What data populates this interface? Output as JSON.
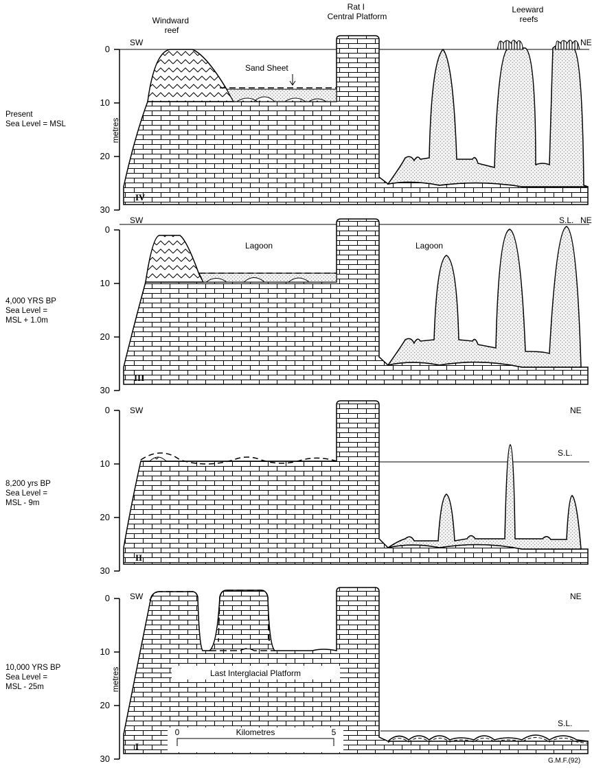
{
  "figure": {
    "header": {
      "windward": [
        "Windward",
        "reef"
      ],
      "platform": [
        "Rat I",
        "Central Platform"
      ],
      "leeward": [
        "Leeward",
        "reefs"
      ]
    },
    "axis": {
      "ylabel": "metres",
      "ticks": [
        "0",
        "10",
        "20",
        "30"
      ]
    },
    "panels": [
      {
        "numeral": "IV",
        "stage": [
          "Present",
          "Sea Level = MSL"
        ],
        "labels": {
          "sw": "SW",
          "ne": "NE",
          "sand": "Sand Sheet"
        }
      },
      {
        "numeral": "III",
        "stage": [
          "4,000 YRS BP",
          "Sea Level =",
          "MSL + 1.0m"
        ],
        "labels": {
          "sw": "SW",
          "ne": "NE",
          "sl": "S.L.",
          "lagoon1": "Lagoon",
          "lagoon2": "Lagoon"
        }
      },
      {
        "numeral": "II",
        "stage": [
          "8,200 yrs BP",
          "Sea Level =",
          "MSL - 9m"
        ],
        "labels": {
          "sw": "SW",
          "ne": "NE",
          "sl": "S.L."
        }
      },
      {
        "numeral": "I",
        "stage": [
          "10,000 YRS BP",
          "Sea Level =",
          "MSL - 25m"
        ],
        "labels": {
          "sw": "SW",
          "ne": "NE",
          "sl": "S.L.",
          "platform": "Last Interglacial Platform"
        },
        "scale": {
          "title": "Kilometres",
          "start": "0",
          "end": "5"
        }
      }
    ],
    "credit": "G.M.F.(92)"
  }
}
